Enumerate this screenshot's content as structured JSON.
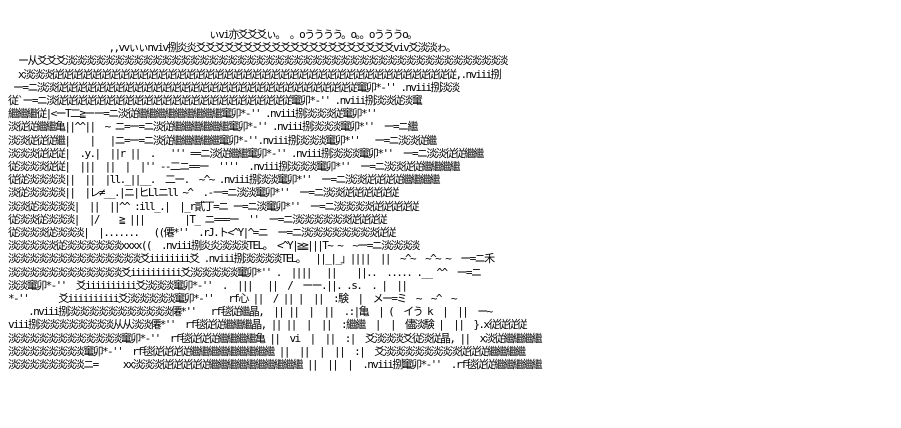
{
  "art": {
    "text_color": "#000000",
    "background_color": "#ffffff",
    "lines": [
      "                                        ぃvi亦爻爻爻ぃ。 。oうううう。o。。oうううo。",
      "                    ,,vvぃぃnviv捌炎炎爻爻爻爻爻爻爻爻爻爻爻爻爻爻爻爻爻爻爻爻爻viv爻淡淡ゎ。",
      "  ー从爻爻爻淡淡淡淡淡淡淡淡淡淡淡淡淡淡淡淡淡淡淡淡淡淡淡淡淡淡淡淡淡淡淡淡淡淡淡淡淡淡淡淡淡淡淡淡淡淡淡",
      "  x淡淡淡従従従従従従従従従従従従従従従従従従従従従従従従従従従従従従従従従従従従従従従従従従従,.nviii捌",
      " ー=ニ淡淡従従従従従従従従従従従従従従従従従従従従従従従従従従従従従従従従竃卯*-'' .nviii捌淡淡",
      "従`ー=ニ淡従従従従従従従従従従従従従従従従従従従従従従従従従竃卯*-'' .nviii捌淡淡従淡竃",
      "繼繼繼従|<ーT二≧ーー=ニ淡従繼繼繼繼繼繼繼繼繼竃卯*-'' .nviii捌淡淡淡従竃卯*''",
      "淡従従繼繼亀||^^||  ~ ニ=ー=ニ淡従繼繼繼繼繼繼竃卯*-'' .nviii捌淡淡淡竃卯*''  ー=ニ繼",
      "淡淡従従従繼|    |   |ニ=ー=ニ淡従繼繼繼繼繼竃卯*-''.nviii捌淡淡淡竃卯*''   ー=ニ淡淡従繼",
      "淡淡淡従従従|  .y.|  ||r ||  .   ''' ==ニ淡従繼繼竃卯*-'' .nviii捌淡淡淡竃卯*''  ー=ニ淡淡従従繼繼",
      "従淡淡淡従従|  |||  ||  |  |'' --二ニ==ー  ''''  .nviii捌淡淡淡竃卯*''  ー=ニ淡淡従従繼繼繼繼",
      "従従淡淡淡淡||  ||  |ll._||__.  二ー.  ~^~ .nviii捌淡淡竃卯*''  ー=ニ淡淡従従従従繼繼繼繼",
      "淡従淡淡淡淡||  |レ≠__.|ニ|ヒLlニll ~^  .-ー=ニ淡淡竃卯*''  ー=ニ淡淡従従従従従従",
      "淡淡従淡淡淡淡|  ||  ||^^ :ill_.|  |_r貳丁=ニ ー=ニ淡竃卯*''  ー=ニ淡淡淡淡従従従従従",
      "従淡淡従淡淡淡|  |/    ≧ |||        |T_ ニ===ー  ''  ー=ニ淡淡淡淡淡淡従従従従",
      "従淡淡淡従淡淡淡|  |.......   ((僊*''  .rJ.ト<^Y|^=ニ  ー=ニ淡淡淡淡淡淡淡淡従従",
      "淡淡淡淡淡従淡淡淡淡淡淡xxxx((  .nviii捌炎炎淡淡淡TEL。 <^Y|≧≧|||T~ ~  ~ー=ニ淡淡淡淡",
      "淡淡淡淡淡淡淡淡淡淡淡淡淡淡爻iiiiiiii爻 .nviii捌淡淡淡淡TEL。  ||_|_」||||  ||  ~^~  ~^~ ~  ー=ニ禾",
      "淡淡淡淡淡淡淡淡淡淡淡淡爻iiiiiiiiii爻淡淡淡淡淡竃卯*'' .  ||||   ||    ||..  ..... .__ ^^  ー=ニ",
      "淡淡竃卯*-''  爻iiiiiiiiii爻淡淡淡竃卯*-''  .  |||   ||  /  ーー.||. .s.  . |  ||",
      "*-''      爻iiiiiiiiii爻淡淡淡淡淡竃卯*-''   rf心 ||  / || |  ||  :験  |  メー=ミ  ~  ~^  ~",
      "    .nviii捌淡淡淡淡淡淡淡淡淡淡淡僊*''   rf毯従繼晶,  || ||  |  ||  .:|亀  | (  イう k  |  ||  ー~",
      "viii捌淡淡淡淡淡淡淡淡从从淡淡僊*''  rf毯従従繼繼繼晶, || ||  |  ||  :繼繼  |  |  儘淡験 |  ||  }.x従従従従",
      "淡淡淡淡淡淡淡淡淡淡淡淡竃卯*-''  rf毯従従従繼繼繼繼亀 ||  vi  |  ||  :|  爻淡淡淡爻従淡従晶, ||  x淡従繼繼繼繼",
      "淡淡淡淡淡淡淡淡竃卯*-''  rf毯従従従従繼繼繼繼繼繼繼繼繼 ||  ||  |  ||  :|  爻淡淡淡淡淡淡淡淡従従従繼繼繼繼",
      "淡淡淡淡淡淡淡淡ニ=     xx淡淡淡従従従従従繼繼繼繼繼繼繼繼繼繼 ||  ||  |  .nviii捌竃卯*-''  .rf毯従従繼繼繼繼繼"
    ]
  }
}
